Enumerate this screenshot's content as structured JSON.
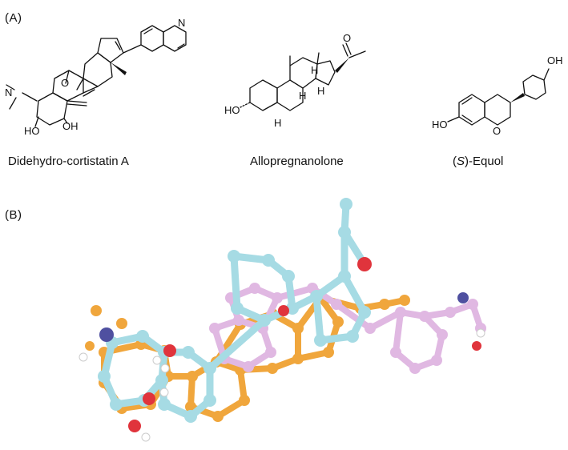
{
  "panel_a": {
    "label": "(A)",
    "molecules": [
      {
        "name": "Didehydro-cortistatin A",
        "atoms": {
          "n_isoquinoline": "N",
          "n_amine": "N",
          "o_bridge": "O",
          "ho_left": "HO",
          "oh_right": "OH"
        }
      },
      {
        "name": "Allopregnanolone",
        "atoms": {
          "o_ketone": "O",
          "ho": "HO",
          "h1": "H",
          "h2": "H",
          "h3": "H",
          "h4": "H"
        }
      },
      {
        "name_prefix": "(",
        "name_italic": "S",
        "name_suffix": ")-Equol",
        "atoms": {
          "oh": "OH",
          "ho": "HO",
          "o_ring": "O"
        }
      }
    ]
  },
  "panel_b": {
    "label": "(B)",
    "colors": {
      "cyan": "#a6dbe4",
      "orange": "#f0a63c",
      "pink": "#e0b8e2",
      "oxygen": "#e0343c",
      "nitrogen": "#4f50a0",
      "hydrogen": "#ffffff"
    }
  }
}
